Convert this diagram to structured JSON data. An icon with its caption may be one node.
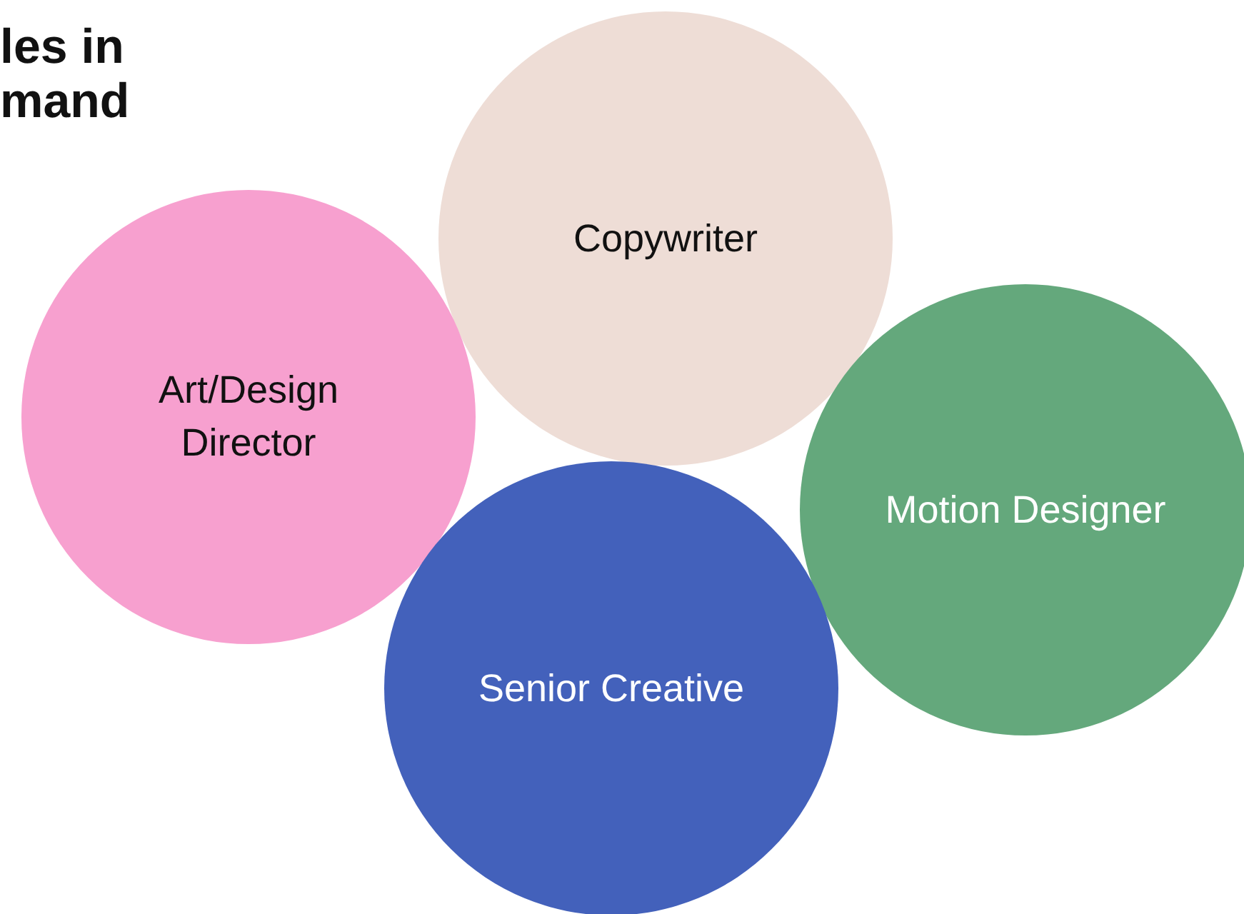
{
  "diagram": {
    "title": "les in mand",
    "nodes": [
      {
        "text": [
          "Copywriter"
        ]
      },
      {
        "text": [
          "Art/Design Director"
        ]
      },
      {
        "text": [
          "Motion Designer"
        ]
      },
      {
        "text": [
          "Senior Creative"
        ]
      }
    ]
  }
}
